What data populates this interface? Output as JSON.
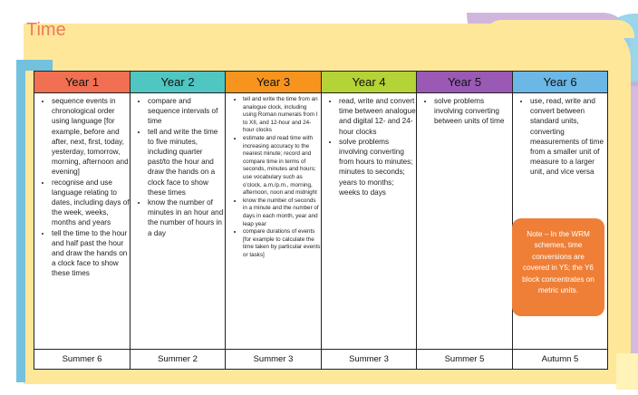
{
  "page_title": "Time",
  "colors": {
    "title": "#ec7b5b",
    "year1": "#f16f52",
    "year2": "#4fc6c2",
    "year3": "#f7941d",
    "year4": "#b3d336",
    "year5": "#9b59b6",
    "year6": "#6bb8e6",
    "note": "#ef7f36"
  },
  "columns": [
    {
      "header": "Year 1",
      "items": [
        "sequence events in chronological order using language [for example, before and after, next, first, today, yesterday, tomorrow, morning, afternoon and evening]",
        "recognise and use language relating to dates, including days of the week, weeks, months and years",
        "tell the time to the hour and half past the hour and draw the hands on a clock face to show these times"
      ],
      "term": "Summer 6"
    },
    {
      "header": "Year 2",
      "items": [
        "compare and sequence intervals of time",
        "tell and write the time to five minutes, including quarter past/to the hour and draw the hands on a clock face to show these times",
        "know the number of minutes in an hour and the number of hours in a day"
      ],
      "term": "Summer 2"
    },
    {
      "header": "Year 3",
      "items": [
        "tell and write the time from an analogue clock, including using Roman numerals from I to XII, and 12-hour and 24-hour clocks",
        "estimate and read time with increasing accuracy to the nearest minute; record and compare time in terms of seconds, minutes and hours; use vocabulary such as o'clock, a.m./p.m., morning, afternoon, noon and midnight",
        "know the number of seconds in a minute and the number of days in each month, year and leap year",
        "compare durations of events [for example to calculate the time taken by particular events or tasks]"
      ],
      "term": "Summer 3"
    },
    {
      "header": "Year 4",
      "items": [
        "read, write and convert time between analogue and digital 12- and 24-hour clocks",
        "solve problems involving converting from hours to minutes; minutes to seconds; years to months; weeks to days"
      ],
      "term": "Summer 3"
    },
    {
      "header": "Year 5",
      "items": [
        "solve problems involving converting between units of time"
      ],
      "term": "Summer 5"
    },
    {
      "header": "Year 6",
      "items": [
        "use, read, write and convert between standard units, converting measurements of time from a smaller unit of measure to a larger unit, and vice versa"
      ],
      "term": "Autumn 5"
    }
  ],
  "note": "Note – In the WRM schemes, time conversions are covered in Y5; the Y6 block concentrates on metric units."
}
